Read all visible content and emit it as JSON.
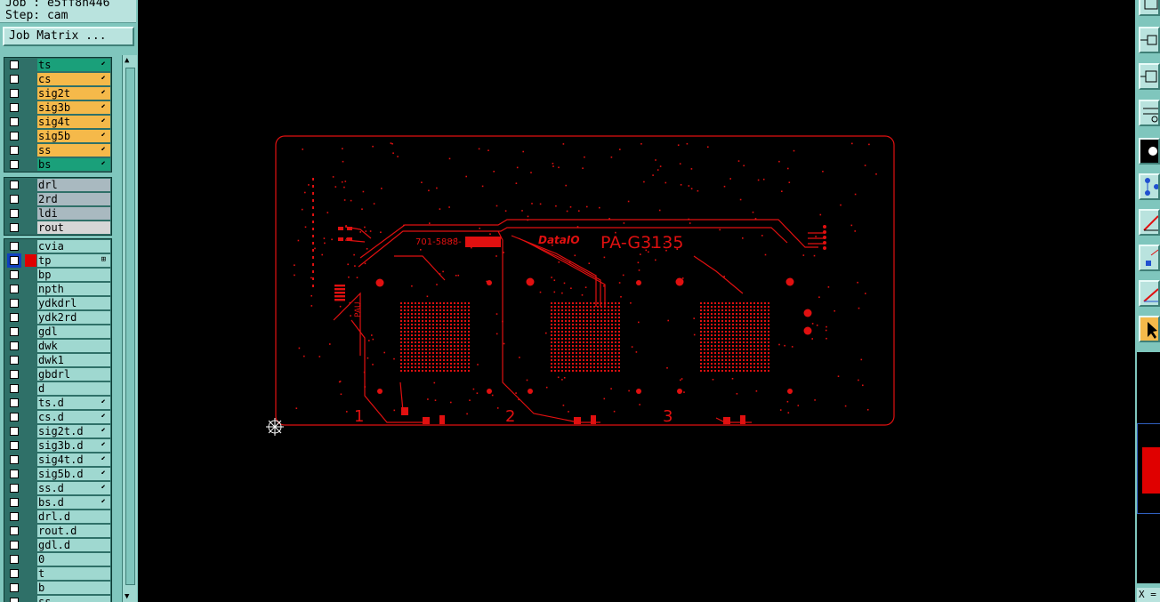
{
  "header": {
    "job_line": "Job : e5ff8h446",
    "step_line": "Step: cam",
    "job_matrix_label": "Job Matrix ..."
  },
  "layer_groups": [
    {
      "layers": [
        {
          "name": "ts",
          "color": "#1aa07a",
          "mark": "⬋"
        },
        {
          "name": "cs",
          "color": "#f5b94a",
          "mark": "⬋"
        },
        {
          "name": "sig2t",
          "color": "#f5b94a",
          "mark": "⬋"
        },
        {
          "name": "sig3b",
          "color": "#f5b94a",
          "mark": "⬋"
        },
        {
          "name": "sig4t",
          "color": "#f5b94a",
          "mark": "⬋"
        },
        {
          "name": "sig5b",
          "color": "#f5b94a",
          "mark": "⬋"
        },
        {
          "name": "ss",
          "color": "#f5b94a",
          "mark": "⬋"
        },
        {
          "name": "bs",
          "color": "#1aa07a",
          "mark": "⬋"
        }
      ]
    },
    {
      "layers": [
        {
          "name": "drl",
          "color": "#a9b9c0",
          "mark": ""
        },
        {
          "name": "2rd",
          "color": "#a9b9c0",
          "mark": ""
        },
        {
          "name": "ldi",
          "color": "#a9b9c0",
          "mark": ""
        },
        {
          "name": "rout",
          "color": "#d6d6d6",
          "mark": ""
        }
      ]
    },
    {
      "layers": [
        {
          "name": "cvia",
          "color": "#9fd8d0",
          "mark": ""
        },
        {
          "name": "tp",
          "color": "#9fd8d0",
          "mark": "⊞",
          "active": true
        },
        {
          "name": "bp",
          "color": "#9fd8d0",
          "mark": ""
        },
        {
          "name": "npth",
          "color": "#9fd8d0",
          "mark": ""
        },
        {
          "name": "ydkdrl",
          "color": "#9fd8d0",
          "mark": ""
        },
        {
          "name": "ydk2rd",
          "color": "#9fd8d0",
          "mark": ""
        },
        {
          "name": "gdl",
          "color": "#9fd8d0",
          "mark": ""
        },
        {
          "name": "dwk",
          "color": "#9fd8d0",
          "mark": ""
        },
        {
          "name": "dwk1",
          "color": "#9fd8d0",
          "mark": ""
        },
        {
          "name": "gbdrl",
          "color": "#9fd8d0",
          "mark": ""
        },
        {
          "name": "d",
          "color": "#9fd8d0",
          "mark": ""
        },
        {
          "name": "ts.d",
          "color": "#9fd8d0",
          "mark": "⬋"
        },
        {
          "name": "cs.d",
          "color": "#9fd8d0",
          "mark": "⬋"
        },
        {
          "name": "sig2t.d",
          "color": "#9fd8d0",
          "mark": "⬋"
        },
        {
          "name": "sig3b.d",
          "color": "#9fd8d0",
          "mark": "⬋"
        },
        {
          "name": "sig4t.d",
          "color": "#9fd8d0",
          "mark": "⬋"
        },
        {
          "name": "sig5b.d",
          "color": "#9fd8d0",
          "mark": "⬋"
        },
        {
          "name": "ss.d",
          "color": "#9fd8d0",
          "mark": "⬋"
        },
        {
          "name": "bs.d",
          "color": "#9fd8d0",
          "mark": "⬋"
        },
        {
          "name": "drl.d",
          "color": "#9fd8d0",
          "mark": ""
        },
        {
          "name": "rout.d",
          "color": "#9fd8d0",
          "mark": ""
        },
        {
          "name": "gdl.d",
          "color": "#9fd8d0",
          "mark": ""
        },
        {
          "name": "0",
          "color": "#9fd8d0",
          "mark": ""
        },
        {
          "name": "t",
          "color": "#9fd8d0",
          "mark": ""
        },
        {
          "name": "b",
          "color": "#9fd8d0",
          "mark": ""
        },
        {
          "name": "ss",
          "color": "#9fd8d0",
          "mark": ""
        }
      ]
    }
  ],
  "board": {
    "part_number": "701-5888-",
    "brand": "DataIO",
    "model": "PA-G3135",
    "side_label": "PAU",
    "sockets": [
      "1",
      "2",
      "3"
    ],
    "trace_color": "#e01010"
  },
  "coord_readout": "X =",
  "colors": {
    "panel": "#7fc6bd",
    "canvas": "#000000",
    "active_swatch": "#e00000"
  }
}
